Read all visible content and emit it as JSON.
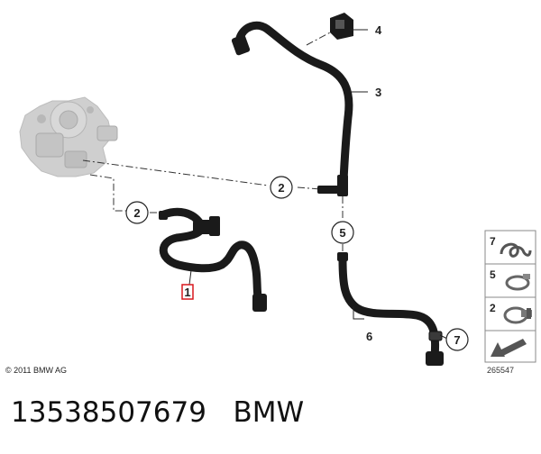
{
  "callouts": {
    "c1": "1",
    "c2a": "2",
    "c2b": "2",
    "c3": "3",
    "c4": "4",
    "c5": "5",
    "c6": "6",
    "c7": "7"
  },
  "legend": {
    "items": [
      {
        "number": "7",
        "part": "hose-clamp-icon"
      },
      {
        "number": "5",
        "part": "spring-band-clamp-icon"
      },
      {
        "number": "2",
        "part": "worm-drive-clamp-icon"
      }
    ],
    "footer_icon": "arrow-icon"
  },
  "copyright": "© 2011 BMW AG",
  "diagram_number": "265547",
  "caption": {
    "part_number": "13538507679",
    "brand": "BMW"
  },
  "colors": {
    "hose": "#1a1a1a",
    "highlight": "#d9181e",
    "pump": "#c9c9c9",
    "legend_border": "#8a8a8a"
  }
}
